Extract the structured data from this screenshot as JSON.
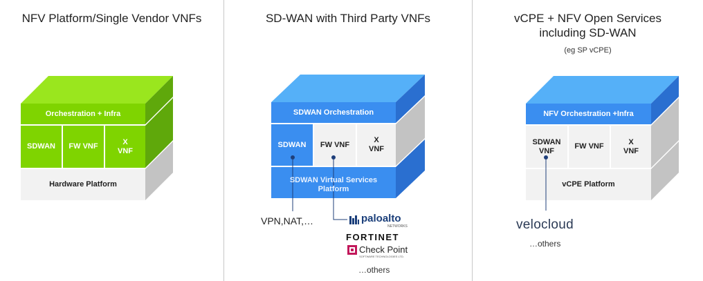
{
  "panels": [
    {
      "title": "NFV Platform/Single Vendor VNFs",
      "orchestration": "Orchestration + Infra",
      "modules": [
        "SDWAN",
        "FW VNF",
        "X\nVNF"
      ],
      "platform": "Hardware Platform"
    },
    {
      "title": "SD-WAN with Third Party VNFs",
      "orchestration": "SDWAN Orchestration",
      "modules": [
        "SDWAN",
        "FW VNF",
        "X\nVNF"
      ],
      "platform": "SDWAN Virtual Services\nPlatform",
      "callout_left": "VPN,NAT,…",
      "vendors": [
        "paloalto",
        "NETWORKS",
        "FORTINET",
        "Check Point",
        "SOFTWARE TECHNOLOGIES LTD."
      ],
      "others": "…others"
    },
    {
      "title": "vCPE + NFV Open Services\nincluding SD-WAN",
      "subtitle": "(eg SP vCPE)",
      "orchestration": "NFV Orchestration +Infra",
      "modules": [
        "SDWAN\nVNF",
        "FW VNF",
        "X\nVNF"
      ],
      "platform": "vCPE Platform",
      "vendor": "velocloud",
      "others": "…others"
    }
  ],
  "colors": {
    "green_front": "#7fd400",
    "green_top": "#9ae61e",
    "green_side": "#5fa80b",
    "blue_front": "#3a8ef0",
    "blue_top": "#55b0f8",
    "blue_side": "#2a6fd0",
    "grey_front": "#f2f2f2",
    "grey_top": "#d9d9d9",
    "grey_side": "#c3c3c3",
    "connector": "#1f3f7a"
  }
}
